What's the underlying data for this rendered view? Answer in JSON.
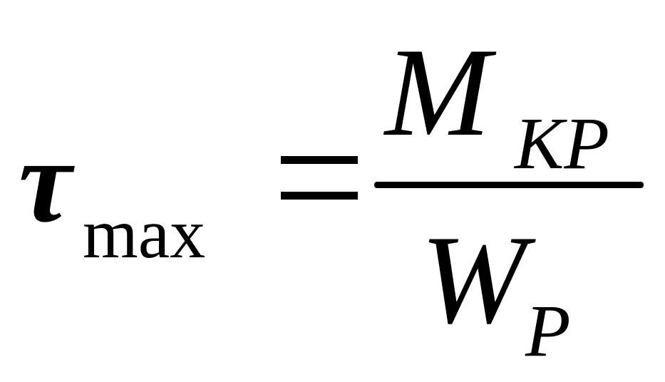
{
  "formula": {
    "lhs_symbol": "τ",
    "lhs_subscript": "max",
    "operator": "=",
    "numerator_symbol": "M",
    "numerator_subscript": "KP",
    "denominator_symbol": "W",
    "denominator_subscript": "P"
  }
}
